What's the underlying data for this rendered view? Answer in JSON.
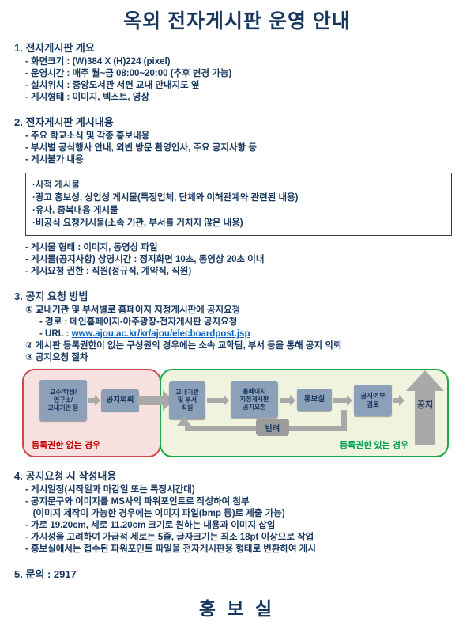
{
  "title": "옥외 전자게시판 운영 안내",
  "colors": {
    "text": "#17375e",
    "link": "#0563c1",
    "no_auth_red": "#c00000",
    "auth_green": "#00a050",
    "flow_box": "#8da0b9",
    "arrow_gray": "#a9a9a9",
    "pink_zone_bg": "#f7e1e0",
    "green_zone_bg": "#f0f4de"
  },
  "overview": {
    "heading": "1. 전자게시판 개요",
    "items": [
      "- 화면크기 : (W)384 X (H)224 (pixel)",
      "- 운영시간 : 매주 월~금 08:00~20:00 (추후 변경 가능)",
      "- 설치위치 : 중앙도서관 서편 교내 안내지도 옆",
      "- 게시형태 : 이미지, 텍스트, 영상"
    ]
  },
  "content": {
    "heading": "2. 전자게시판 게시내용",
    "items_before": [
      "- 주요 학교소식 및 각종 홍보내용",
      "- 부서별 공식행사 안내, 외빈 방문 환영인사, 주요 공지사항 등",
      "- 게시불가 내용"
    ],
    "prohibited": [
      "·사적 게시물",
      "·광고 홍보성, 상업성 게시물(특정업체, 단체와 이해관계와 관련된 내용)",
      "·유사, 중복내용 게시물",
      "·비공식 요청게시물(소속 기관, 부서를 거치지 않은 내용)"
    ],
    "items_after": [
      "- 게시물 형태 : 이미지, 동영상 파일",
      "- 게시물(공지사항) 상영시간 : 정지화면 10초, 동영상 20초 이내",
      "- 게시요청 권한 : 직원(정규직, 계약직, 직원)"
    ]
  },
  "request": {
    "heading": "3. 공지 요청 방법",
    "item1": "① 교내기관 및 부서별로 홈페이지 지정게시판에 공지요청",
    "item1_path": "- 경로 : 메인홈페이지-아주광장-전자게시판 공지요청",
    "item1_url_label": "- URL : ",
    "item1_url": "www.ajou.ac.kr/kr/ajou/elecboardpost.jsp",
    "item2": "② 게시판 등록권한이 없는 구성원의 경우에는 소속 교학팀, 부서 등을 통해 공지 의뢰",
    "item3": "③ 공지요청 절차"
  },
  "diagram": {
    "no_auth_label": "등록권한 없는 경우",
    "auth_label": "등록권한 있는 경우",
    "box_requester": "교수/학생/\n연구소/\n교내기관 등",
    "box_request": "공지의뢰",
    "box_staff": "교내기관\n및 부서\n직원",
    "box_board": "홈페이지\n지정게시판\n공지요청",
    "box_pr": "홍보실",
    "box_review": "공지여부\n검토",
    "box_reject": "반려",
    "box_notice": "공지"
  },
  "writing": {
    "heading": "4. 공지요청 시 작성내용",
    "items": [
      "- 게시일정(시작일과 마감일 또는 특정시간대)",
      "- 공지문구와 이미지를 MS사의 파워포인트로 작성하여 첨부",
      "   (이미지 제작이 가능한 경우에는 이미지 파일(bmp 등)로 제출 가능)",
      "- 가로 19.20cm, 세로 11.20cm 크기로 원하는 내용과 이미지 삽입",
      "- 가시성을 고려하여 가급적 세로는 5줄, 글자크기는 최소 18pt 이상으로 작업",
      "- 홍보실에서는 접수된 파워포인트 파일을 전자게시판용 형태로 변환하여 게시"
    ]
  },
  "contact": {
    "heading": "5. 문의 : 2917"
  },
  "footer": "홍 보 실"
}
